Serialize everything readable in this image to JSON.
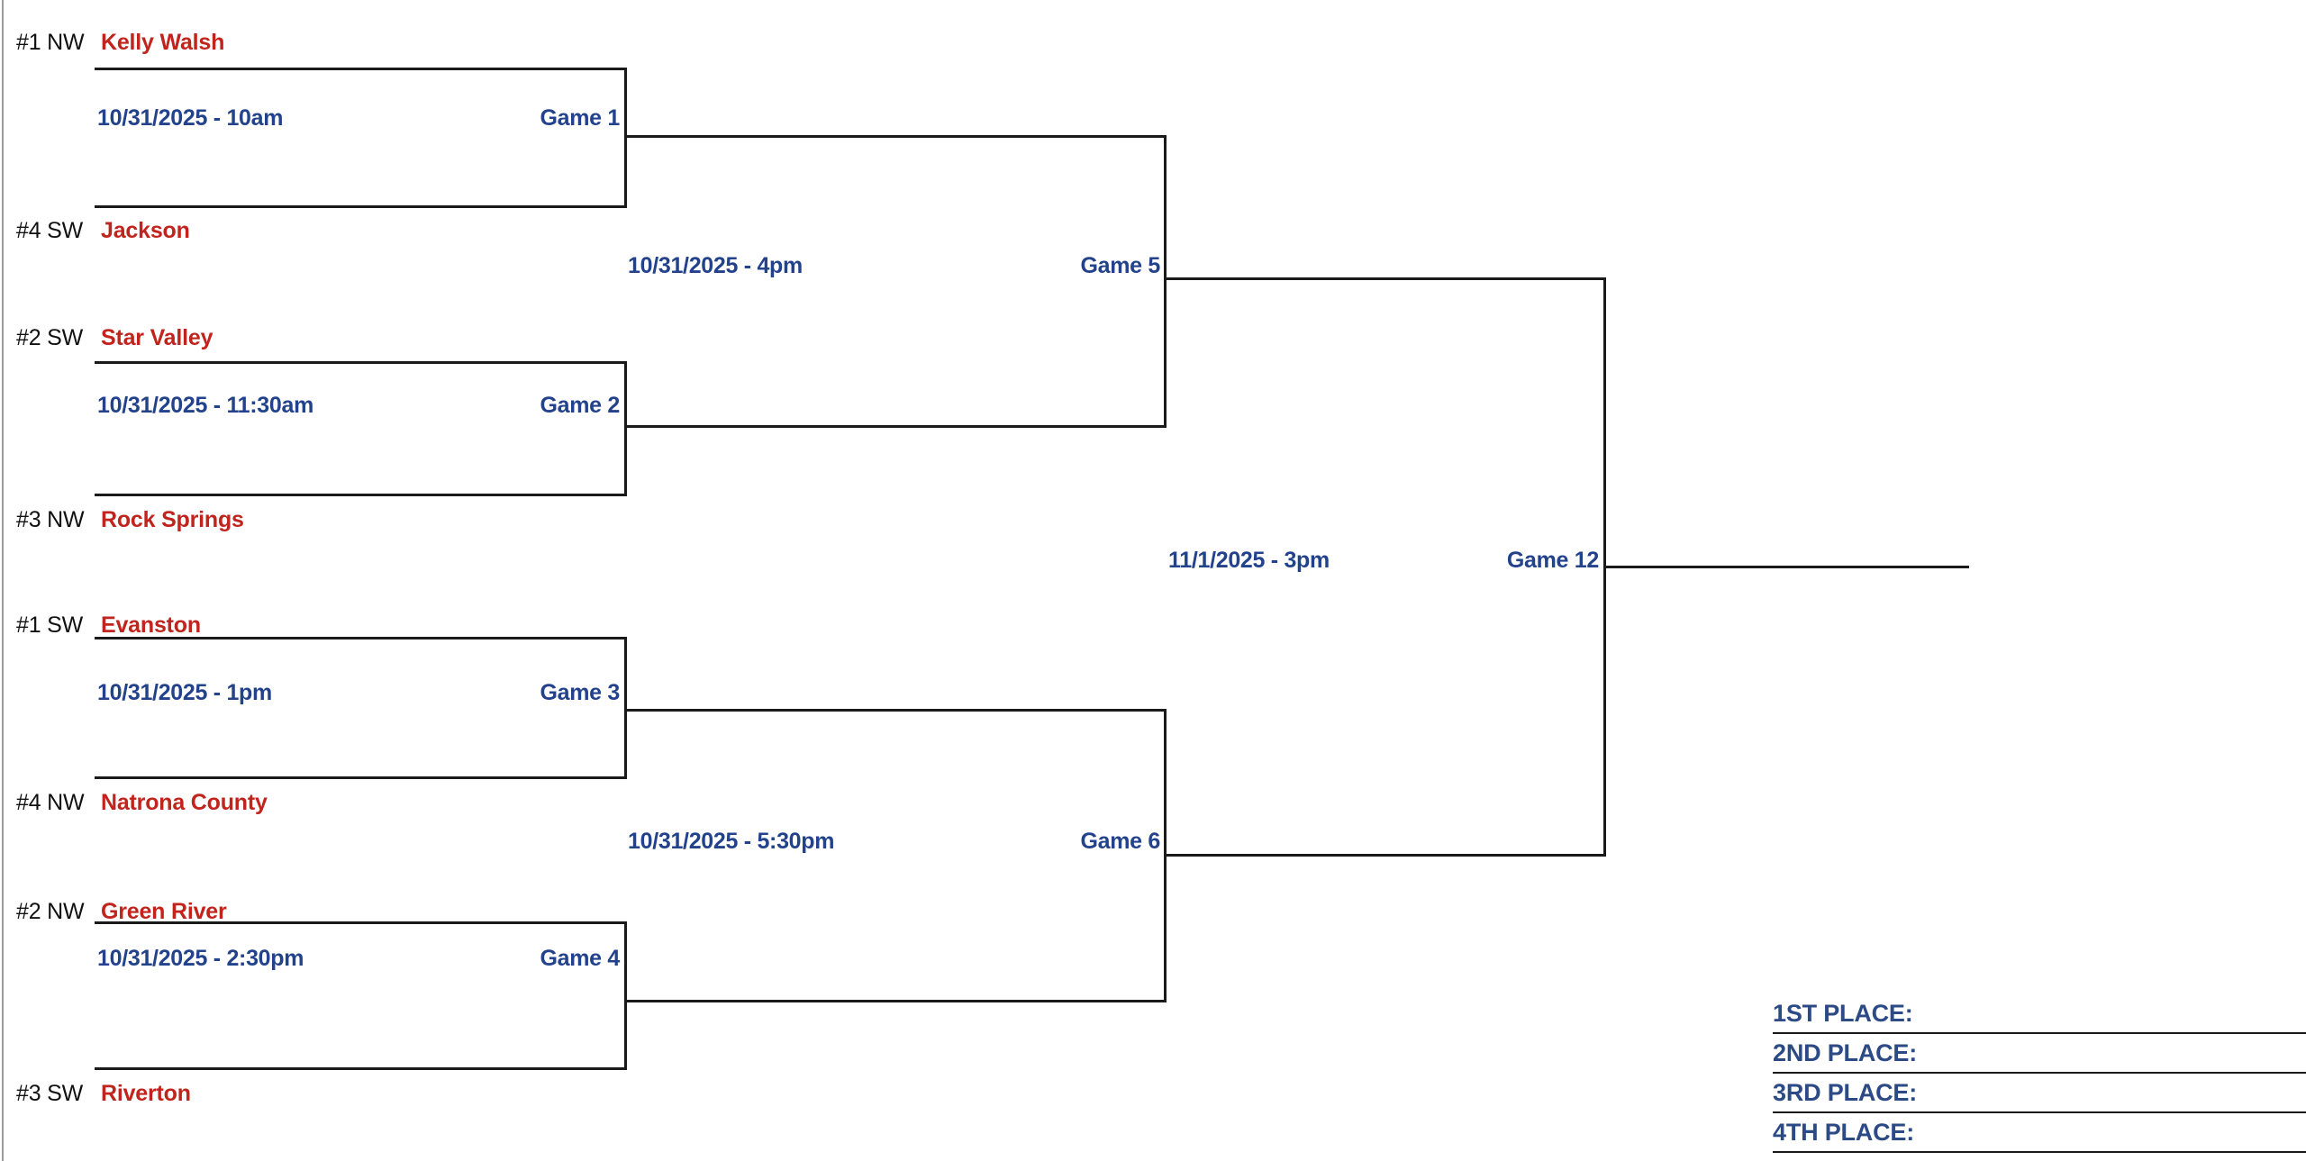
{
  "colors": {
    "team_red": "#C0241C",
    "accent_blue": "#23428C",
    "place_blue": "#2C4A86",
    "line_black": "#1A1A1A",
    "background": "#FFFFFF"
  },
  "bracket": {
    "round1": {
      "matchups": [
        {
          "game_label": "Game 1",
          "datetime": "10/31/2025 - 10am",
          "top": {
            "seed": "#1 NW",
            "team": "Kelly Walsh"
          },
          "bottom": {
            "seed": "#4 SW",
            "team": "Jackson"
          }
        },
        {
          "game_label": "Game 2",
          "datetime": "10/31/2025 - 11:30am",
          "top": {
            "seed": "#2 SW",
            "team": "Star Valley"
          },
          "bottom": {
            "seed": "#3 NW",
            "team": "Rock Springs"
          }
        },
        {
          "game_label": "Game 3",
          "datetime": "10/31/2025 - 1pm",
          "top": {
            "seed": "#1 SW",
            "team": "Evanston"
          },
          "bottom": {
            "seed": "#4 NW",
            "team": "Natrona County"
          }
        },
        {
          "game_label": "Game 4",
          "datetime": "10/31/2025 - 2:30pm",
          "top": {
            "seed": "#2 NW",
            "team": "Green River"
          },
          "bottom": {
            "seed": "#3 SW",
            "team": "Riverton"
          }
        }
      ]
    },
    "round2": {
      "matchups": [
        {
          "game_label": "Game 5",
          "datetime": "10/31/2025 - 4pm"
        },
        {
          "game_label": "Game 6",
          "datetime": "10/31/2025 - 5:30pm"
        }
      ]
    },
    "final": {
      "game_label": "Game 12",
      "datetime": "11/1/2025 - 3pm"
    }
  },
  "placements": {
    "rows": [
      {
        "label": "1ST PLACE:",
        "value": ""
      },
      {
        "label": "2ND PLACE:",
        "value": ""
      },
      {
        "label": "3RD PLACE:",
        "value": ""
      },
      {
        "label": "4TH PLACE:",
        "value": ""
      }
    ]
  }
}
